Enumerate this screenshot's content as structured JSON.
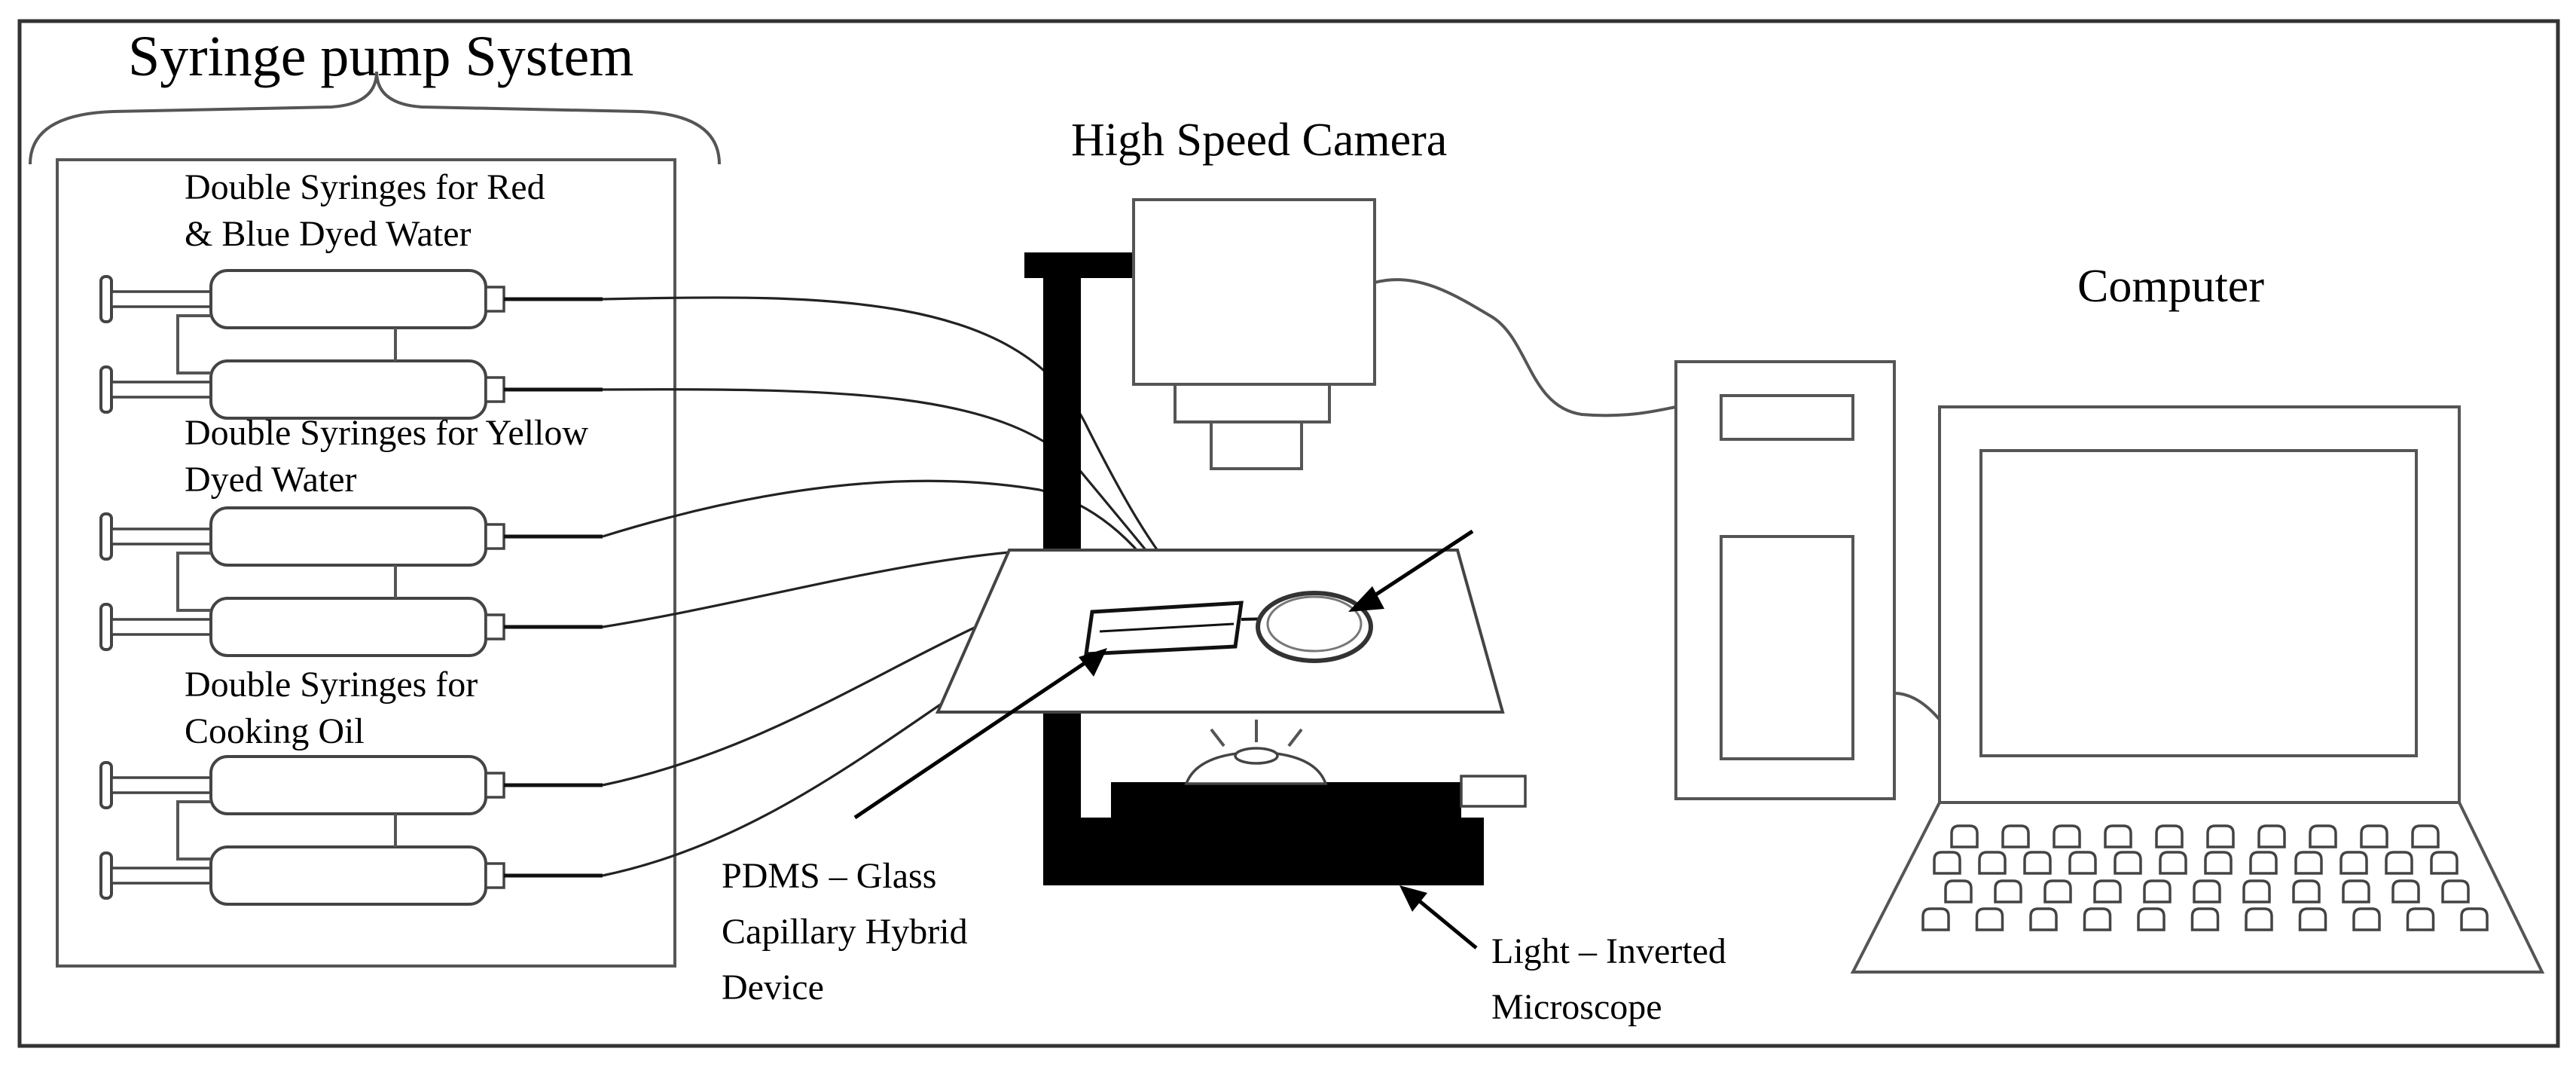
{
  "labels": {
    "syringe_system": "Syringe pump System",
    "syringes_red_blue_line1": "Double Syringes for Red",
    "syringes_red_blue_line2": "& Blue Dyed Water",
    "syringes_yellow_line1": "Double Syringes for Yellow",
    "syringes_yellow_line2": "Dyed Water",
    "syringes_oil_line1": "Double Syringes for",
    "syringes_oil_line2": "Cooking Oil",
    "camera": "High Speed Camera",
    "computer": "Computer",
    "device_line1": "PDMS – Glass",
    "device_line2": "Capillary Hybrid",
    "device_line3": "Device",
    "microscope_line1": "Light – Inverted",
    "microscope_line2": "Microscope"
  }
}
